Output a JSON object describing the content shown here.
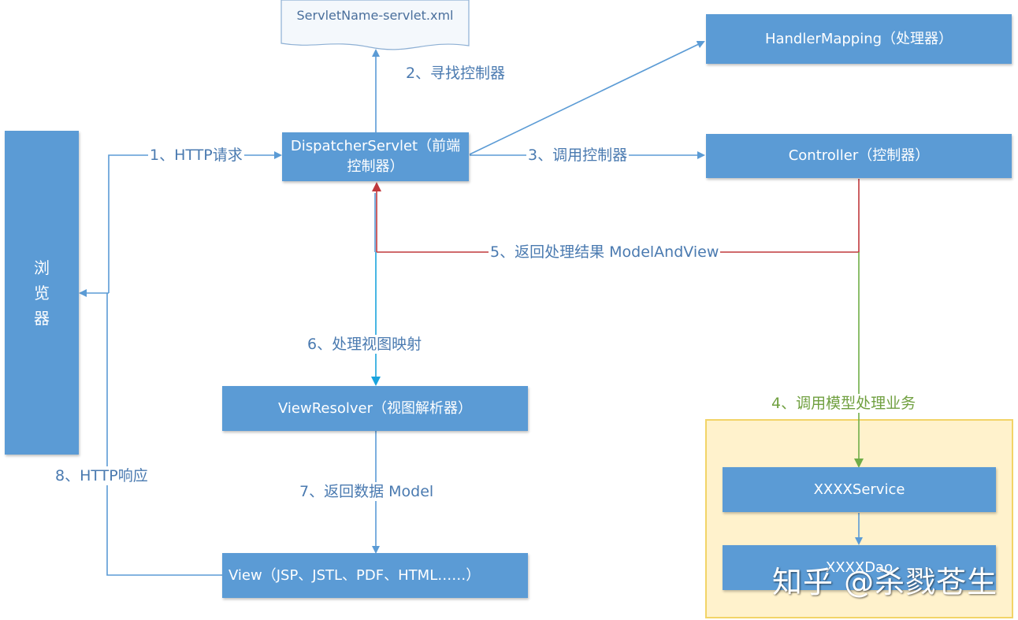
{
  "colors": {
    "box_fill": "#5b9bd5",
    "label_text": "#4a7ab0",
    "flow_blue": "#5b9bd5",
    "flow_cyan": "#1aa3dd",
    "flow_red": "#c0383c",
    "flow_green": "#70ad47",
    "model_panel_fill": "#fff2cc",
    "model_panel_border": "#f2d467"
  },
  "nodes": {
    "browser": "浏\n览\n器",
    "config_file": "ServletName-servlet.xml",
    "dispatcher": "DispatcherServlet（前端控制器）",
    "handler_mapping": "HandlerMapping（处理器）",
    "controller": "Controller（控制器）",
    "view_resolver": "ViewResolver（视图解析器）",
    "view": "View（JSP、JSTL、PDF、HTML……）",
    "service": "XXXXService",
    "dao": "XXXXDao"
  },
  "edges": {
    "step1": "1、HTTP请求",
    "step2": "2、寻找控制器",
    "step3": "3、调用控制器",
    "step4": "4、调用模型处理业务",
    "step5": "5、返回处理结果 ModelAndView",
    "step6": "6、处理视图映射",
    "step7": "7、返回数据 Model",
    "step8": "8、HTTP响应"
  },
  "watermark": "知乎 @杀戮苍生"
}
